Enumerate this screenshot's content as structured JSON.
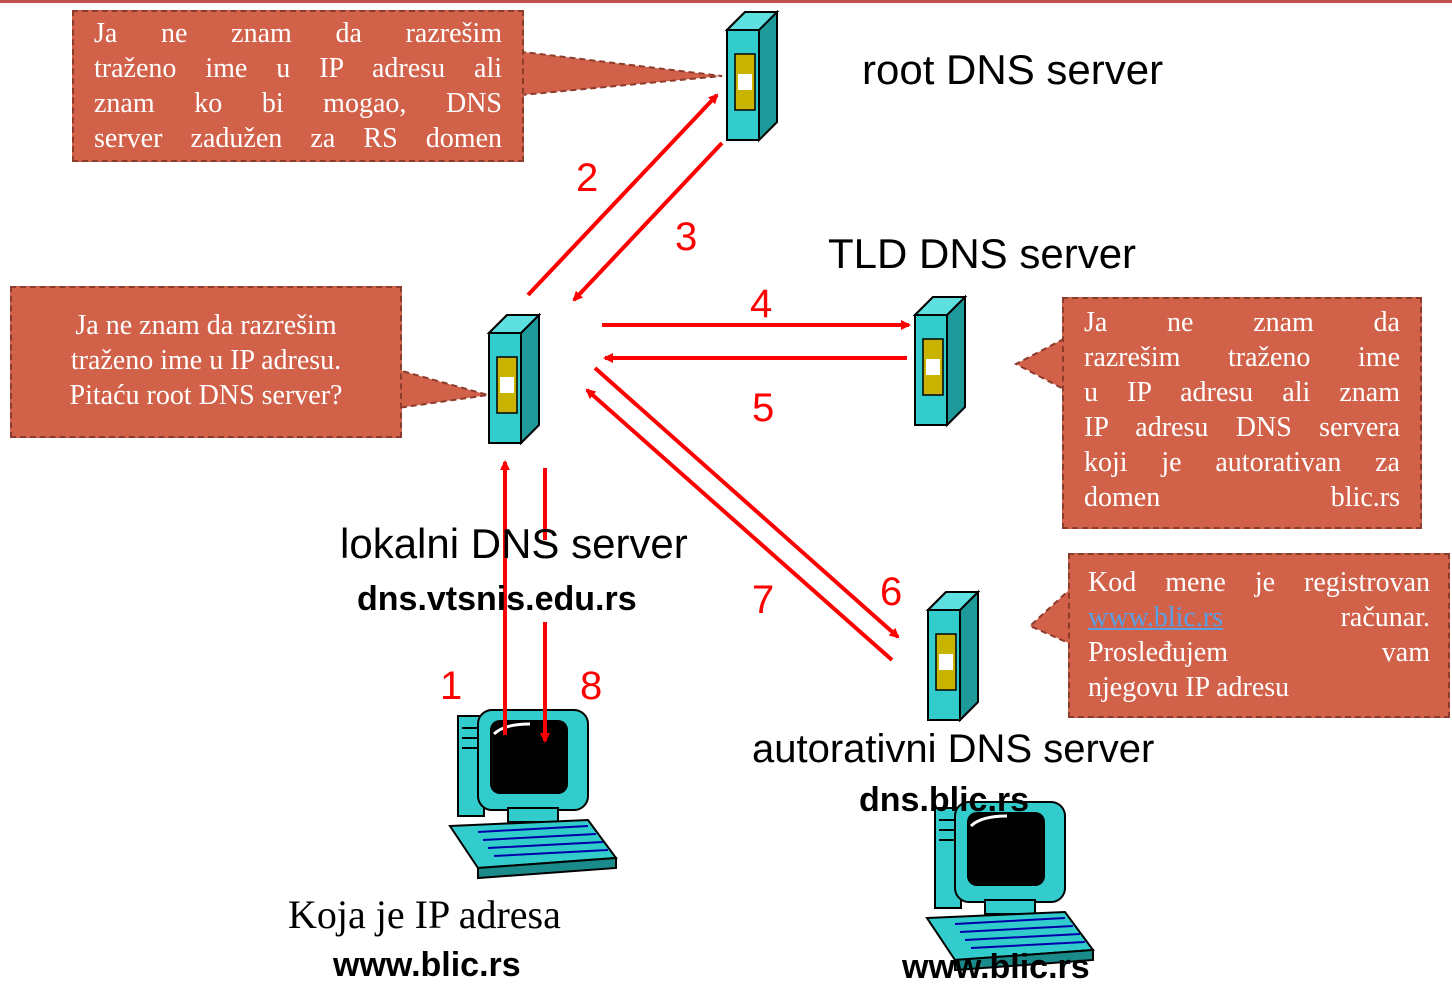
{
  "servers": {
    "root": "root DNS server",
    "tld": "TLD DNS server",
    "local": "lokalni DNS server",
    "local_host": "dns.vtsnis.edu.rs",
    "auth": "autorativni DNS server",
    "auth_host": "dns.blic.rs"
  },
  "client": {
    "question": "Koja je IP adresa",
    "host": "www.blic.rs"
  },
  "target_host": "www.blic.rs",
  "steps": [
    "1",
    "2",
    "3",
    "4",
    "5",
    "6",
    "7",
    "8"
  ],
  "callouts": {
    "root_lines": [
      "Ja ne znam da razrešim",
      "traženo ime u IP adresu ali",
      "znam ko bi mogao, DNS",
      "server zadužen za RS domen"
    ],
    "local_lines": [
      "Ja ne znam da razrešim",
      "traženo ime u IP adresu.",
      "Pitaću root DNS server?"
    ],
    "tld_lines": [
      "Ja ne znam da",
      "razrešim traženo ime",
      "u IP adresu ali znam",
      "IP adresu DNS servera",
      "koji je autorativan za",
      "domen blic.rs"
    ],
    "auth_line1": "Kod mene je registrovan",
    "auth_link": "www.blic.rs",
    "auth_word": "računar.",
    "auth_line3": "Prosleđujem vam",
    "auth_line4": "njegovu IP adresu"
  },
  "colors": {
    "arrow": "#ff0000",
    "callout_fill": "#d2614a",
    "server_face": "#33cccc",
    "server_panel": "#c8b400"
  }
}
